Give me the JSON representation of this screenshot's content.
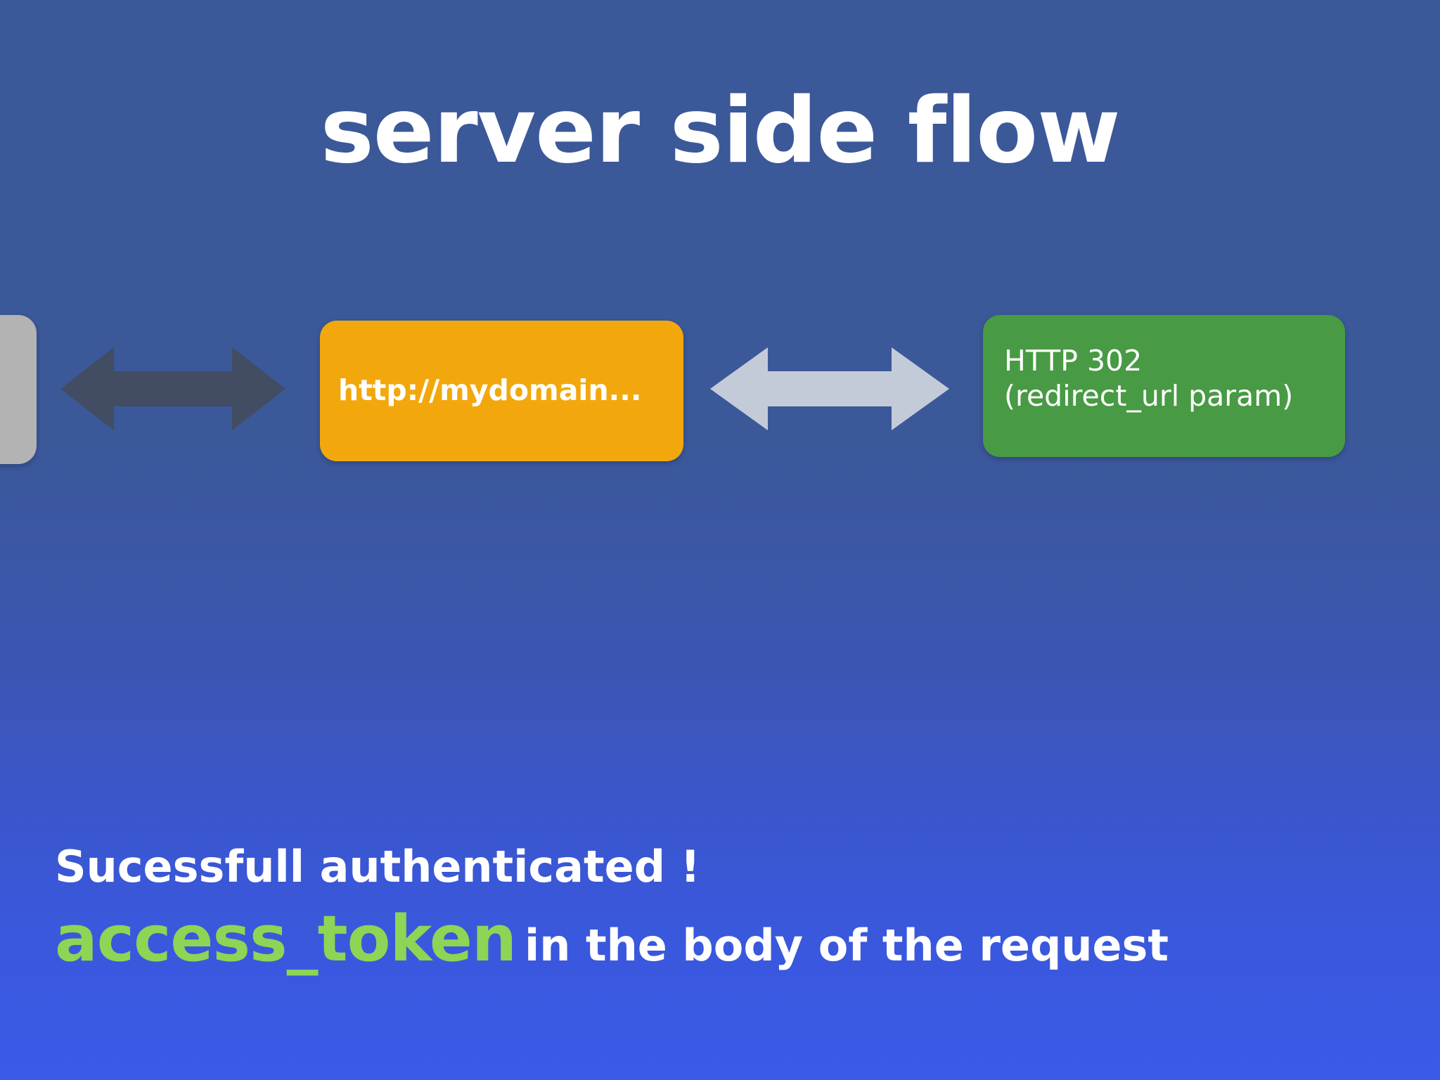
{
  "slide": {
    "title": "server side flow",
    "background": {
      "top_color": "#3b5898",
      "bottom_color": "#3a5ae8"
    }
  },
  "flow": {
    "nodes": [
      {
        "id": "client-box",
        "label": "",
        "color": "#b3b3b3",
        "note": "partially visible rounded grey box at left edge"
      },
      {
        "id": "url-box",
        "label": "http://mydomain...",
        "color": "#f2a80c"
      },
      {
        "id": "redirect-box",
        "line1": "HTTP 302",
        "line2": "(redirect_url param)",
        "color": "#489a44"
      }
    ],
    "arrows": [
      {
        "id": "arrow-left",
        "icon": "double-headed-arrow-icon",
        "color": "#424c63",
        "direction": "bidirectional"
      },
      {
        "id": "arrow-right",
        "icon": "double-headed-arrow-icon",
        "color": "#c3cbd8",
        "direction": "bidirectional"
      }
    ]
  },
  "caption": {
    "line1": "Sucessfull authenticated !",
    "token": "access_token",
    "token_color": "#8ed455",
    "tail": "in the body of the request"
  }
}
